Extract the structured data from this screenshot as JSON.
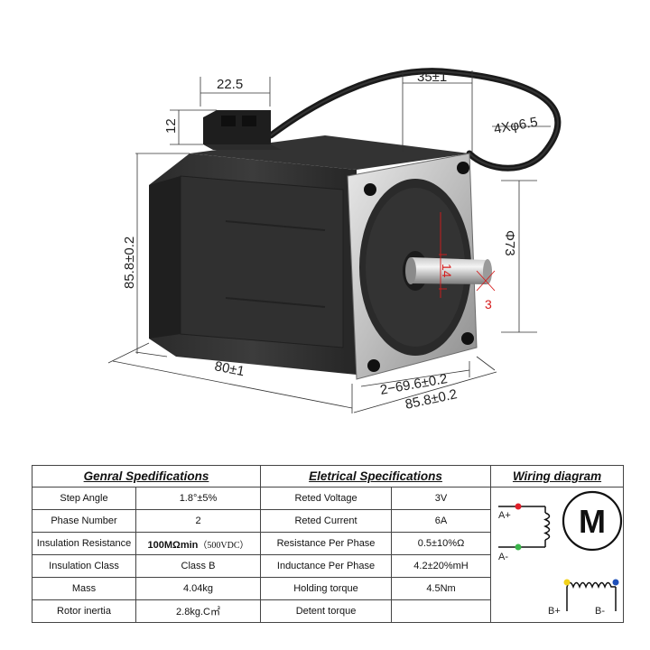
{
  "dimensions": {
    "connector_width": "22.5",
    "connector_height": "12",
    "body_height": "85.8±0.2",
    "body_length": "80±1",
    "shaft_length": "35±1",
    "cable": "4Xφ6.5",
    "pilot_diameter": "Φ73",
    "shaft_diameter": "14",
    "shaft_flat": "3",
    "hole_spacing": "2−69.6±0.2",
    "flange_width": "85.8±0.2"
  },
  "table": {
    "general": {
      "title": "Genral Spedifications",
      "rows": [
        {
          "label": "Step Angle",
          "value": "1.8°±5%"
        },
        {
          "label": "Phase Number",
          "value": "2"
        },
        {
          "label": "Insulation Resistance",
          "value_bold": "100MΩmin",
          "value_extra": "（500VDC）"
        },
        {
          "label": "Insulation Class",
          "value": "Class B"
        },
        {
          "label": "Mass",
          "value": "4.04kg"
        },
        {
          "label": "Rotor inertia",
          "value": "2.8kg.C㎡"
        }
      ]
    },
    "electrical": {
      "title": "Eletrical Specifications",
      "rows": [
        {
          "label": "Reted Voltage",
          "value": "3V"
        },
        {
          "label": "Reted Current",
          "value": "6A"
        },
        {
          "label": "Resistance Per Phase",
          "value": "0.5±10%Ω"
        },
        {
          "label": "Inductance Per Phase",
          "value": "4.2±20%mH"
        },
        {
          "label": "Holding torque",
          "value": "4.5Nm"
        },
        {
          "label": "Detent torque",
          "value": ""
        }
      ]
    },
    "wiring": {
      "title": "Wiring diagram",
      "motor_letter": "M",
      "a_plus": "A+",
      "a_minus": "A-",
      "b_plus": "B+",
      "b_minus": "B-",
      "colors": {
        "a_plus": "#e0202a",
        "a_minus": "#3ab54a",
        "b_plus": "#f2d21a",
        "b_minus": "#1e4fb8"
      }
    }
  }
}
